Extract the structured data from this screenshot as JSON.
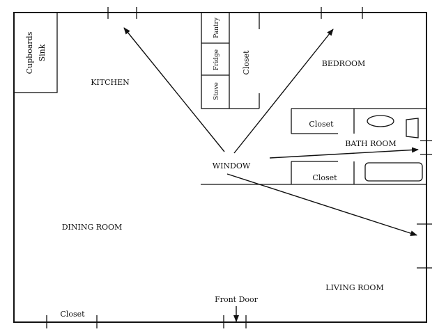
{
  "floorplan": {
    "rooms": {
      "kitchen": "KITCHEN",
      "bedroom": "BEDROOM",
      "bathroom": "BATH ROOM",
      "dining": "DINING ROOM",
      "living": "LIVING ROOM",
      "window": "WINDOW"
    },
    "fixtures": {
      "cupboards": "Cupboards",
      "sink": "Sink",
      "pantry": "Pantry",
      "fridge": "Fridge",
      "stove": "Stove",
      "kitchen_closet": "Closet",
      "bedroom_closet": "Closet",
      "bath_closet": "Closet",
      "front_closet": "Closet"
    },
    "front_door": "Front Door"
  }
}
